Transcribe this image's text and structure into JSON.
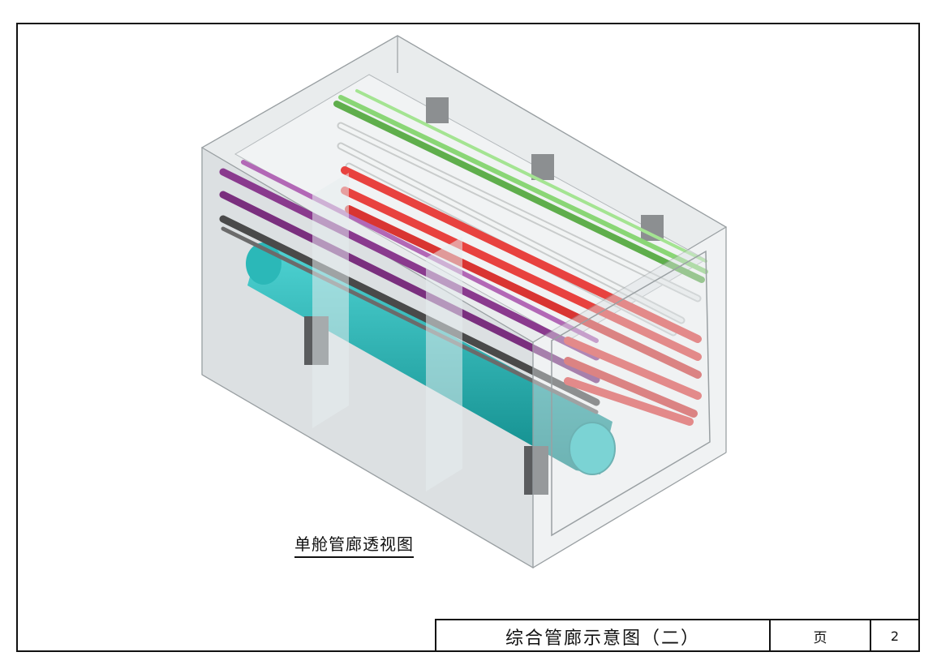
{
  "caption": "单舱管廊透视图",
  "title_block": {
    "title": "综合管廊示意图（二）",
    "page_label": "页",
    "page_number": "2"
  },
  "colors": {
    "concrete": "#c9cdcf",
    "glass_tint": "#e6ecee",
    "green_cable": "#7fcf6a",
    "white_pipe": "#e9ecec",
    "red_cable": "#e8423f",
    "purple_cable": "#8a3a8e",
    "dark_cable": "#4a4a4a",
    "teal_pipe": "#1aa7a7",
    "support_dark": "#5a5c5e"
  }
}
